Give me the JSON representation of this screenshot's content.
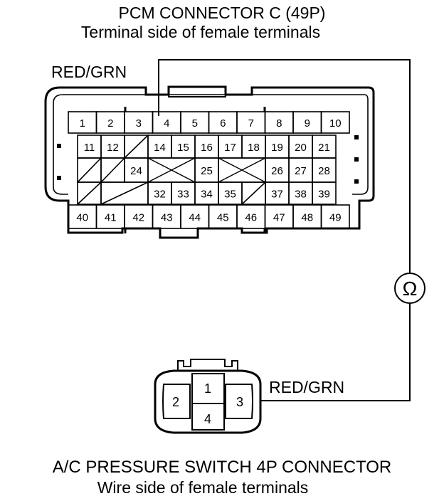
{
  "pcm_connector": {
    "title": "PCM CONNECTOR C (49P)",
    "subtitle": "Terminal side of female terminals",
    "wire_label": "RED/GRN",
    "row1": [
      "1",
      "2",
      "3",
      "4",
      "5",
      "6",
      "7",
      "8",
      "9",
      "10"
    ],
    "row2": [
      "11",
      "12",
      "",
      "14",
      "15",
      "16",
      "17",
      "18",
      "19",
      "20",
      "21"
    ],
    "row3": [
      "",
      "",
      "24",
      "",
      "25",
      "",
      "26",
      "27",
      "28"
    ],
    "row4": [
      "",
      "",
      "32",
      "33",
      "34",
      "35",
      "",
      "37",
      "38",
      "39"
    ],
    "row5": [
      "40",
      "41",
      "42",
      "43",
      "44",
      "45",
      "46",
      "47",
      "48",
      "49"
    ]
  },
  "ac_switch_connector": {
    "title": "A/C PRESSURE SWITCH 4P CONNECTOR",
    "subtitle": "Wire side of female terminals",
    "wire_label": "RED/GRN",
    "terminals": [
      "1",
      "2",
      "3",
      "4"
    ]
  },
  "meter": {
    "symbol": "Ω"
  }
}
